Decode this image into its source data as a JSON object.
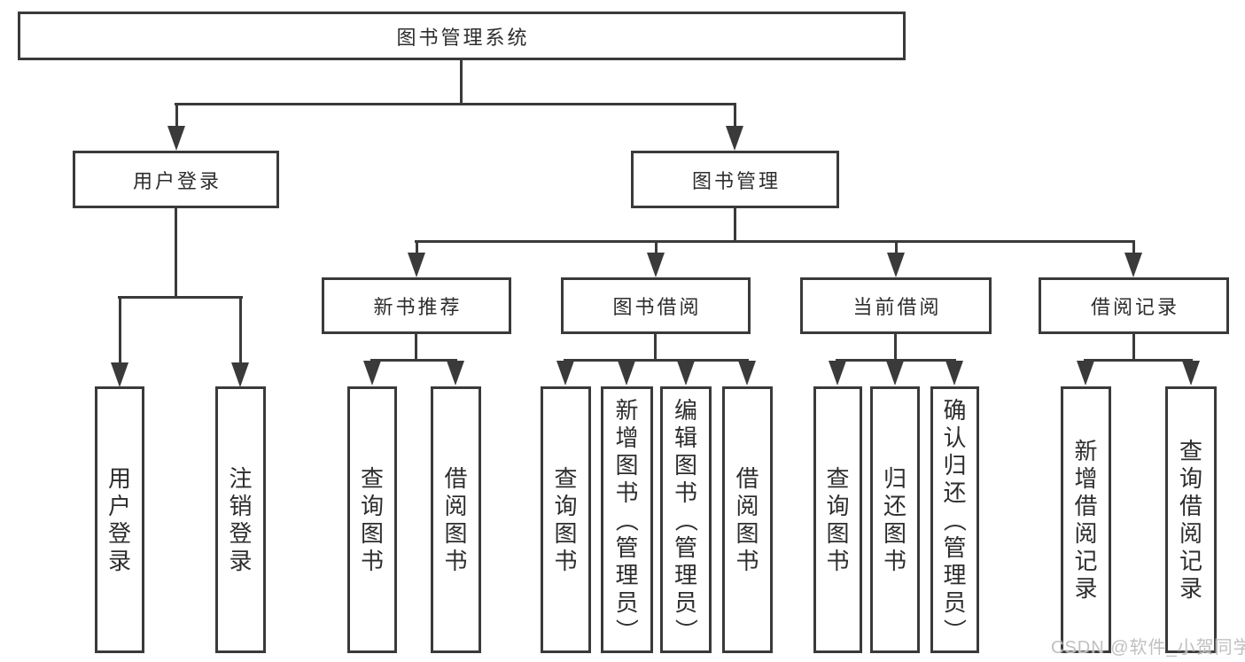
{
  "tree": {
    "root": {
      "label": "图书管理系统"
    },
    "level2": [
      {
        "label": "用户登录"
      },
      {
        "label": "图书管理"
      }
    ],
    "level3": [
      {
        "label": "新书推荐",
        "parent": "图书管理"
      },
      {
        "label": "图书借阅",
        "parent": "图书管理"
      },
      {
        "label": "当前借阅",
        "parent": "图书管理"
      },
      {
        "label": "借阅记录",
        "parent": "图书管理"
      }
    ],
    "leaves": [
      {
        "label": "用户登录",
        "parent": "用户登录"
      },
      {
        "label": "注销登录",
        "parent": "用户登录"
      },
      {
        "label": "查询图书",
        "parent": "新书推荐"
      },
      {
        "label": "借阅图书",
        "parent": "新书推荐"
      },
      {
        "label": "查询图书",
        "parent": "图书借阅"
      },
      {
        "label": "新增图书（管理员）",
        "parent": "图书借阅"
      },
      {
        "label": "编辑图书（管理员）",
        "parent": "图书借阅"
      },
      {
        "label": "借阅图书",
        "parent": "图书借阅"
      },
      {
        "label": "查询图书",
        "parent": "当前借阅"
      },
      {
        "label": "归还图书",
        "parent": "当前借阅"
      },
      {
        "label": "确认归还（管理员）",
        "parent": "当前借阅"
      },
      {
        "label": "新增借阅记录",
        "parent": "借阅记录"
      },
      {
        "label": "查询借阅记录",
        "parent": "借阅记录"
      }
    ]
  },
  "watermark": "CSDN @软件_小贺同学",
  "colors": {
    "line": "#3a3a3a",
    "text": "#2d2d2d",
    "watermark": "#c0c0c0",
    "background": "#ffffff"
  }
}
